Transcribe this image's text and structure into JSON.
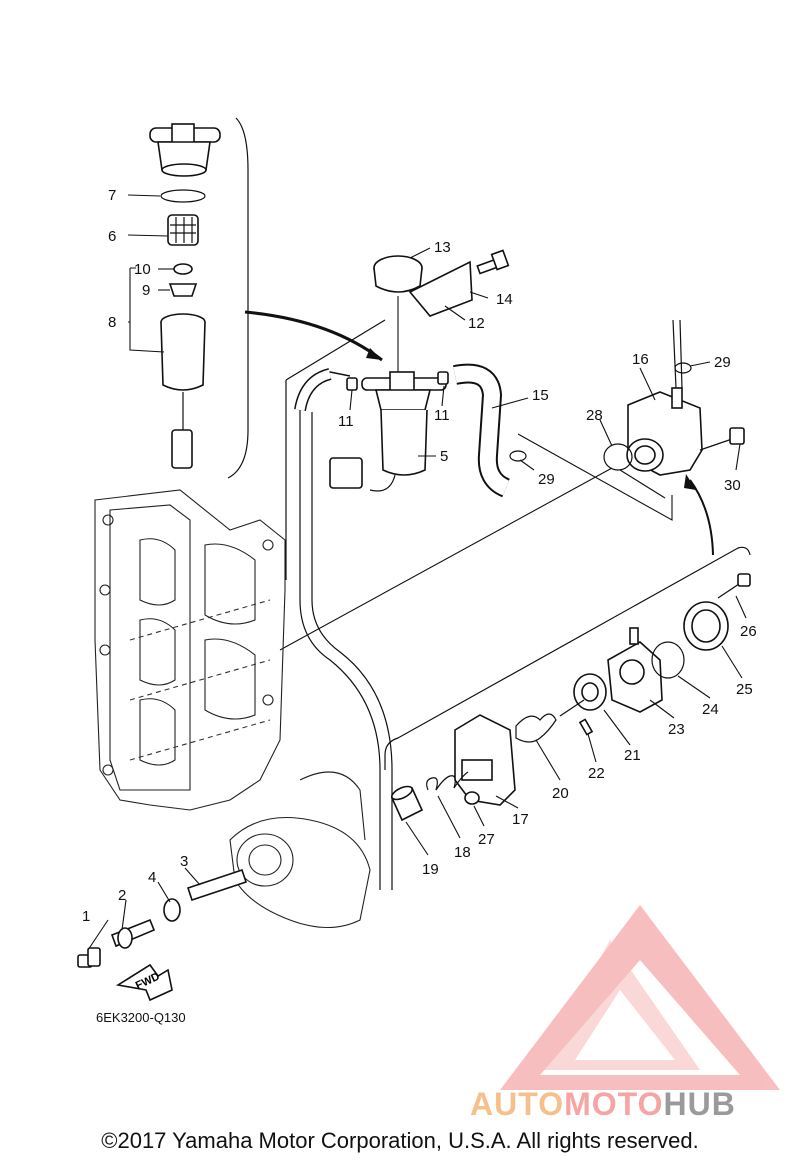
{
  "labels": {
    "l1": "1",
    "l2": "2",
    "l3": "3",
    "l4": "4",
    "l5": "5",
    "l6": "6",
    "l7": "7",
    "l8": "8",
    "l9": "9",
    "l10": "10",
    "l11a": "11",
    "l11b": "11",
    "l12": "12",
    "l13": "13",
    "l14": "14",
    "l15": "15",
    "l16": "16",
    "l17": "17",
    "l18": "18",
    "l19": "19",
    "l20": "20",
    "l21": "21",
    "l22": "22",
    "l23": "23",
    "l24": "24",
    "l25": "25",
    "l26": "26",
    "l27": "27",
    "l28": "28",
    "l29a": "29",
    "l29b": "29",
    "l30": "30"
  },
  "fwd_label": "FWD",
  "diagram_code": "6EK3200-Q130",
  "copyright": "©2017 Yamaha Motor Corporation, U.S.A. All rights reserved.",
  "watermark": {
    "text_a": "AUTO",
    "text_b": "MOTO",
    "text_c": "HUB",
    "color_a": "#f6c08a",
    "color_b": "#f6a4a4",
    "color_c": "#9a9a9a"
  }
}
